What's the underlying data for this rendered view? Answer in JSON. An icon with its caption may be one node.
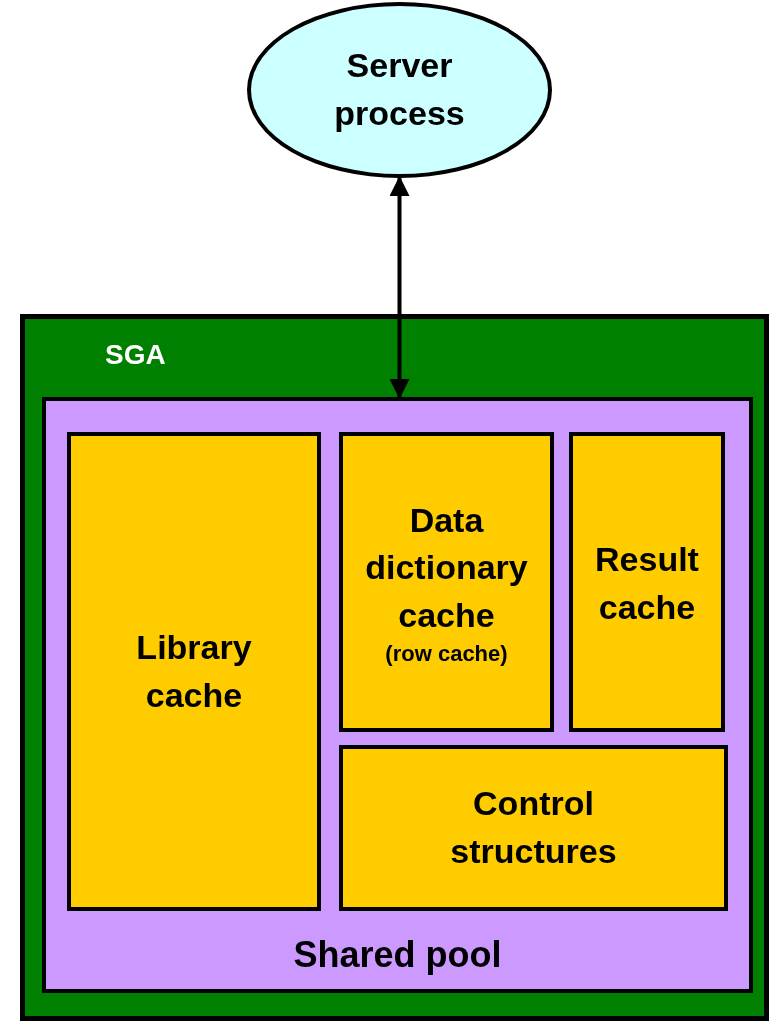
{
  "diagram": {
    "nodes": [
      {
        "text": [
          "Server process"
        ]
      },
      {
        "text": [
          "SGA"
        ]
      },
      {
        "text": [
          "Shared pool"
        ],
        "in": 1
      },
      {
        "text": [
          "Library cache"
        ],
        "in": 2
      },
      {
        "text": [
          "Data dictionary cache",
          "(row cache)"
        ],
        "in": 2
      },
      {
        "text": [
          "Result cache"
        ],
        "in": 2
      },
      {
        "text": [
          "Control structures"
        ],
        "in": 2
      }
    ],
    "edges": [
      {
        "from": 0,
        "to": 2,
        "arrow": "both"
      }
    ]
  }
}
